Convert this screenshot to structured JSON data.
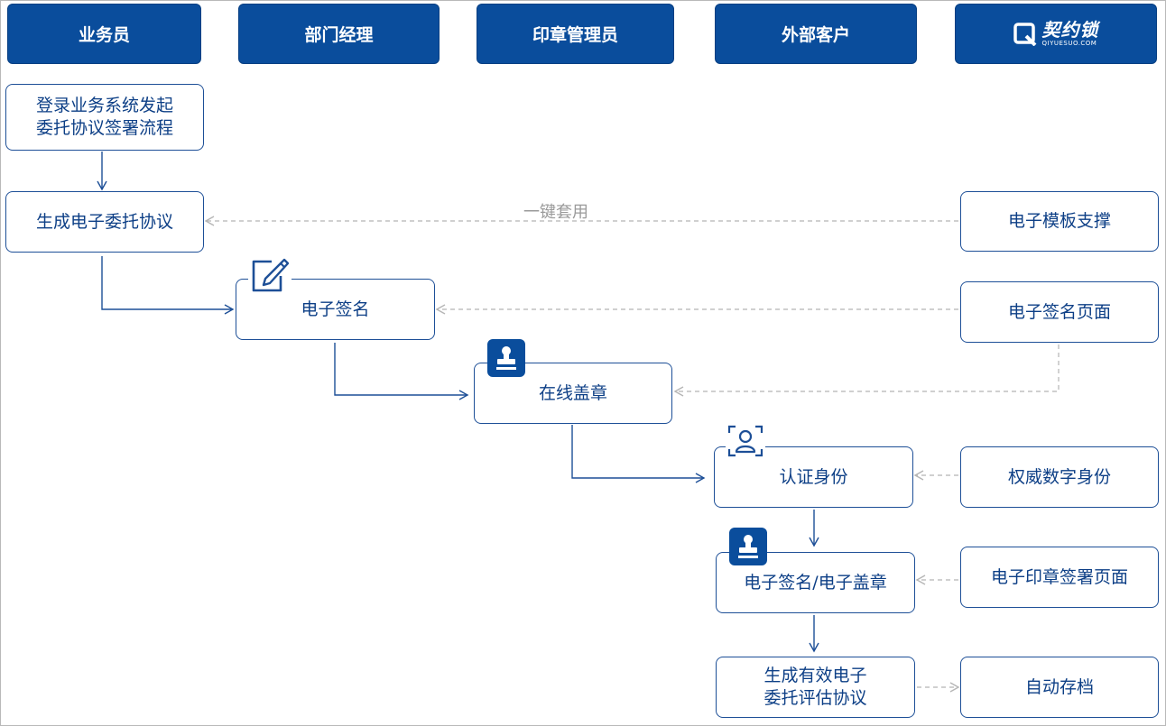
{
  "lanes": [
    {
      "title": "业务员"
    },
    {
      "title": "部门经理"
    },
    {
      "title": "印章管理员"
    },
    {
      "title": "外部客户"
    }
  ],
  "brand": {
    "name": "契约锁",
    "sub": "QIYUESUO.COM"
  },
  "nodes": {
    "start_l1": "登录业务系统发起",
    "start_l2": "委托协议签署流程",
    "generate": "生成电子委托协议",
    "esign": "电子签名",
    "seal": "在线盖章",
    "verify": "认证身份",
    "sign_seal": "电子签名/电子盖章",
    "final_l1": "生成有效电子",
    "final_l2": "委托评估协议"
  },
  "support": {
    "template": "电子模板支撑",
    "sign_page": "电子签名页面",
    "authority_id": "权威数字身份",
    "seal_page": "电子印章签署页面",
    "archive": "自动存档"
  },
  "annotations": {
    "one_click": "一键套用"
  },
  "colors": {
    "primary": "#0a4d9c",
    "box_border": "#1d4f97",
    "text": "#0d3f86",
    "dashed": "#b5b5b5"
  }
}
